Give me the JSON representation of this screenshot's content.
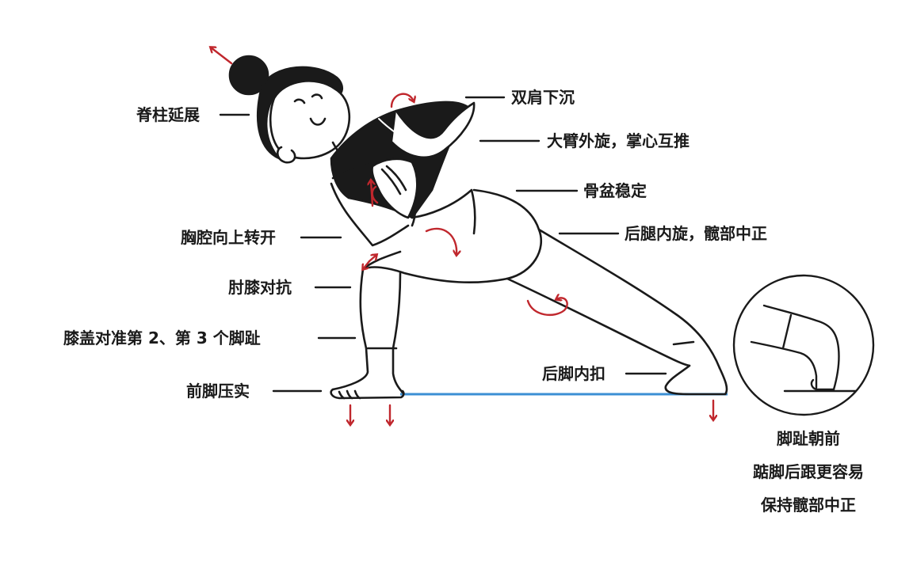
{
  "labels": {
    "spine": "脊柱延展",
    "shoulders": "双肩下沉",
    "arms": "大臂外旋，掌心互推",
    "pelvis": "骨盆稳定",
    "back_leg": "后腿内旋，髋部中正",
    "chest": "胸腔向上转开",
    "elbow_knee": "肘膝对抗",
    "knee": "膝盖对准第 2、第 3 个脚趾",
    "front_foot": "前脚压实",
    "back_foot": "后脚内扣"
  },
  "inset": {
    "line1": "脚趾朝前",
    "line2": "踮脚后跟更容易",
    "line3": "保持髋部中正"
  },
  "colors": {
    "ink": "#1a1a1a",
    "arrow": "#c0272d",
    "floor": "#3b8fd4"
  }
}
